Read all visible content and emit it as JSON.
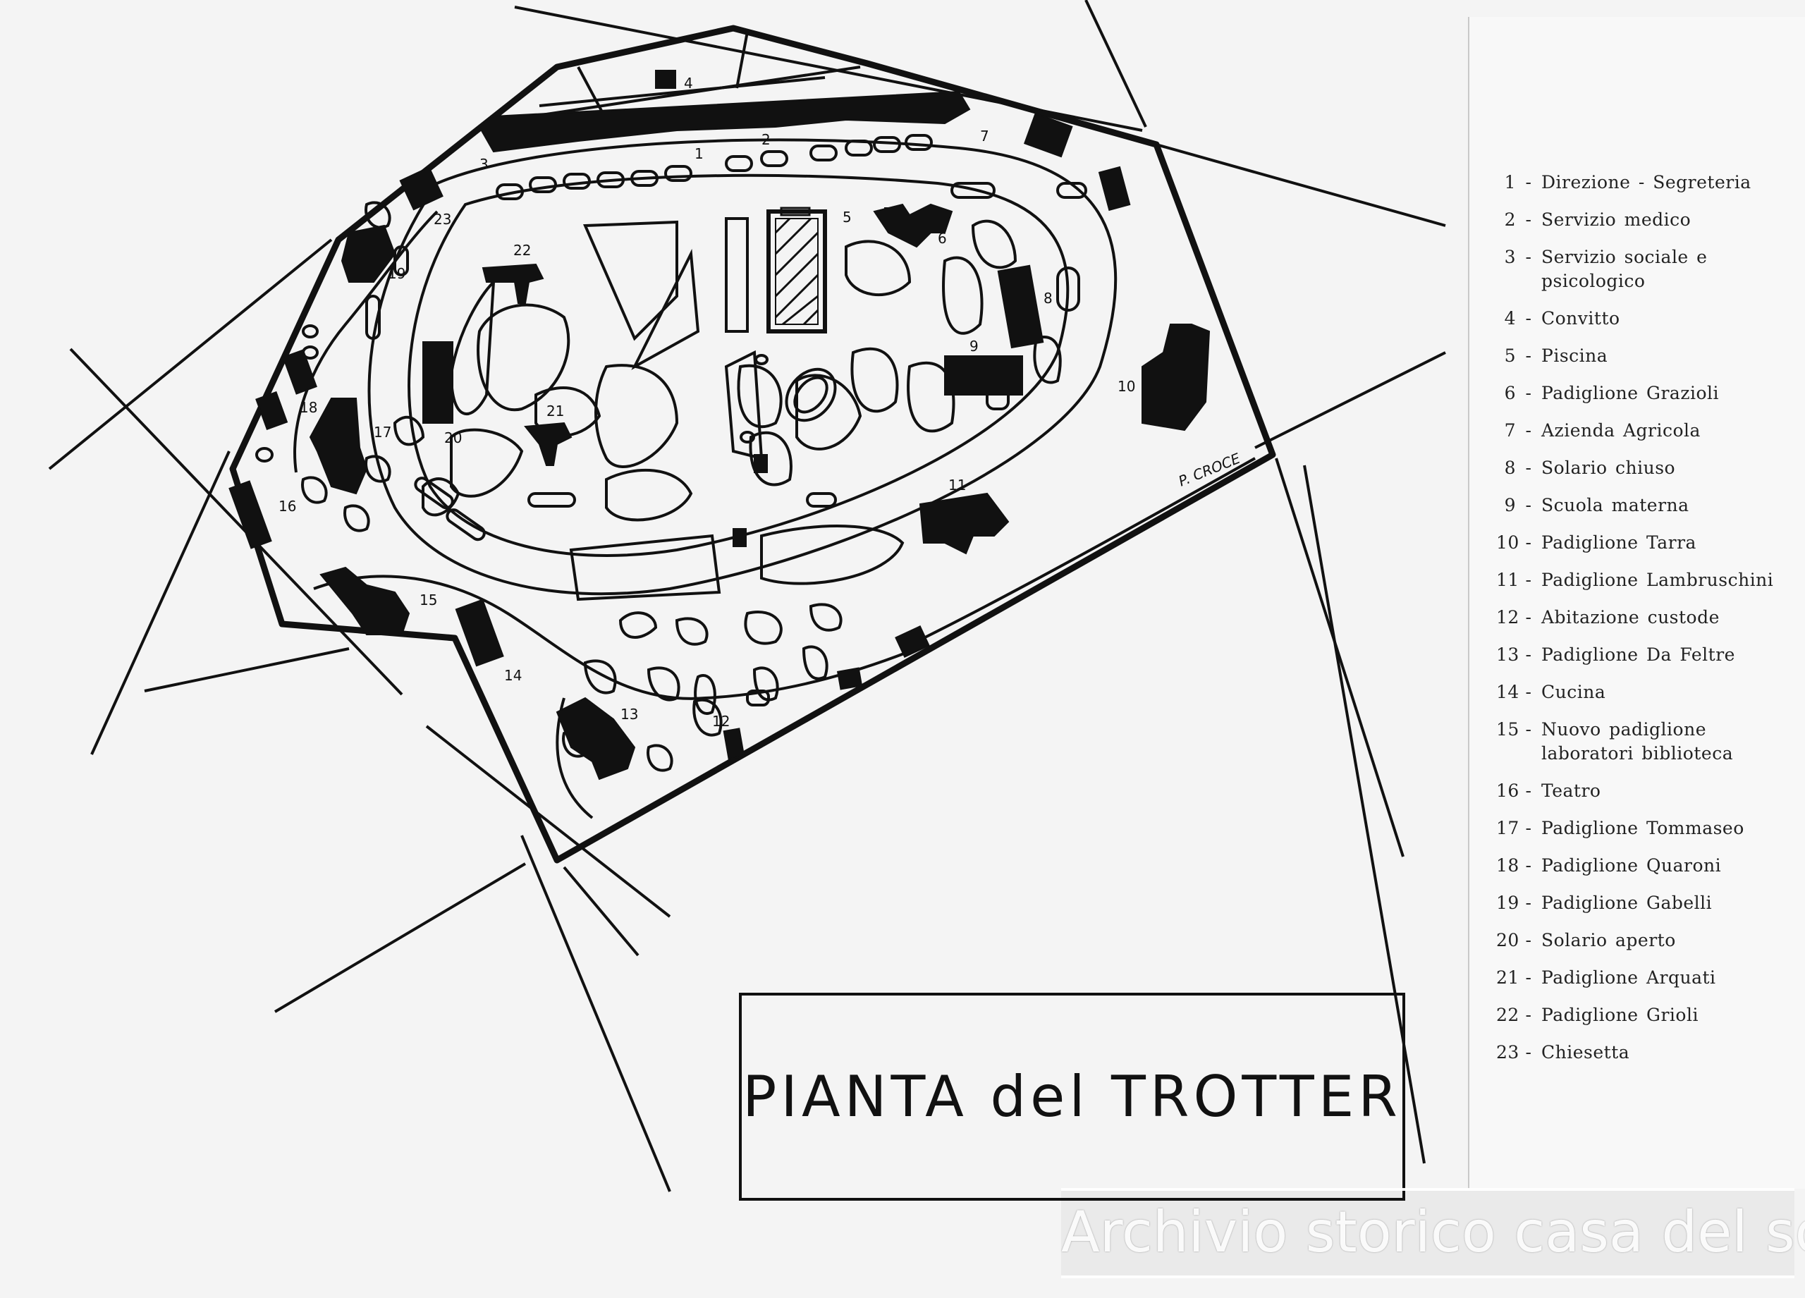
{
  "title": "PIANTA del TROTTER",
  "signature": "P. CROCE",
  "watermark": "Archivio storico casa del sole",
  "map_labels": [
    "1",
    "2",
    "3",
    "4",
    "5",
    "6",
    "7",
    "8",
    "9",
    "10",
    "11",
    "12",
    "13",
    "14",
    "15",
    "16",
    "17",
    "18",
    "19",
    "20",
    "21",
    "22",
    "23"
  ],
  "legend": [
    {
      "num": "1",
      "label": "Direzione - Segreteria"
    },
    {
      "num": "2",
      "label": "Servizio medico"
    },
    {
      "num": "3",
      "label": "Servizio sociale e psicologico"
    },
    {
      "num": "4",
      "label": "Convitto"
    },
    {
      "num": "5",
      "label": "Piscina"
    },
    {
      "num": "6",
      "label": "Padiglione Grazioli"
    },
    {
      "num": "7",
      "label": "Azienda Agricola"
    },
    {
      "num": "8",
      "label": "Solario chiuso"
    },
    {
      "num": "9",
      "label": "Scuola materna"
    },
    {
      "num": "10",
      "label": "Padiglione Tarra"
    },
    {
      "num": "11",
      "label": "Padiglione Lambruschini"
    },
    {
      "num": "12",
      "label": "Abitazione custode"
    },
    {
      "num": "13",
      "label": "Padiglione Da Feltre"
    },
    {
      "num": "14",
      "label": "Cucina"
    },
    {
      "num": "15",
      "label": "Nuovo padiglione laboratori biblioteca"
    },
    {
      "num": "16",
      "label": "Teatro"
    },
    {
      "num": "17",
      "label": "Padiglione Tommaseo"
    },
    {
      "num": "18",
      "label": "Padiglione Quaroni"
    },
    {
      "num": "19",
      "label": "Padiglione Gabelli"
    },
    {
      "num": "20",
      "label": "Solario aperto"
    },
    {
      "num": "21",
      "label": "Padiglione Arquati"
    },
    {
      "num": "22",
      "label": "Padiglione Grioli"
    },
    {
      "num": "23",
      "label": "Chiesetta"
    }
  ],
  "colors": {
    "ink": "#111111",
    "paper": "#f4f4f4",
    "watermark": "#ffffff"
  }
}
